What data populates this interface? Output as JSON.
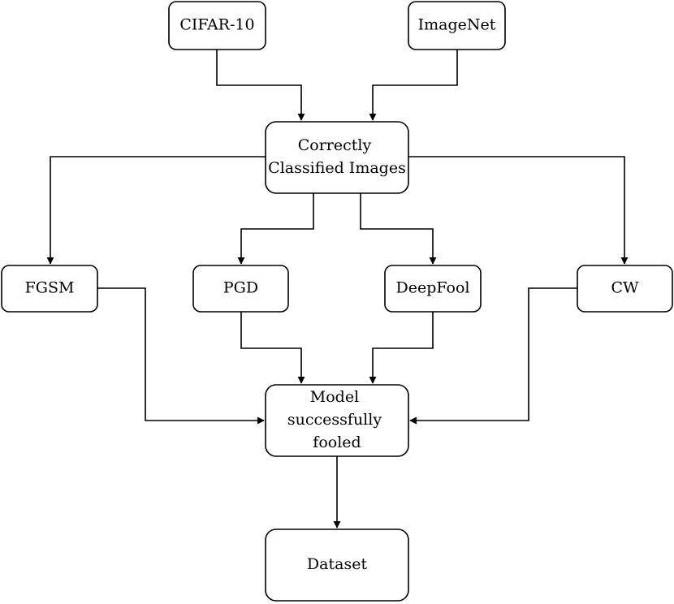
{
  "diagram": {
    "nodes": {
      "cifar": [
        "CIFAR-10"
      ],
      "imagenet": [
        "ImageNet"
      ],
      "correct": [
        "Correctly",
        "Classified Images"
      ],
      "fgsm": [
        "FGSM"
      ],
      "pgd": [
        "PGD"
      ],
      "deepfool": [
        "DeepFool"
      ],
      "cw": [
        "CW"
      ],
      "fooled": [
        "Model",
        "successfully",
        "fooled"
      ],
      "dataset": [
        "Dataset"
      ]
    },
    "edges": [
      {
        "from": "cifar",
        "to": "correct"
      },
      {
        "from": "imagenet",
        "to": "correct"
      },
      {
        "from": "correct",
        "to": "fgsm"
      },
      {
        "from": "correct",
        "to": "pgd"
      },
      {
        "from": "correct",
        "to": "deepfool"
      },
      {
        "from": "correct",
        "to": "cw"
      },
      {
        "from": "fgsm",
        "to": "fooled"
      },
      {
        "from": "pgd",
        "to": "fooled"
      },
      {
        "from": "deepfool",
        "to": "fooled"
      },
      {
        "from": "cw",
        "to": "fooled"
      },
      {
        "from": "fooled",
        "to": "dataset"
      }
    ]
  }
}
